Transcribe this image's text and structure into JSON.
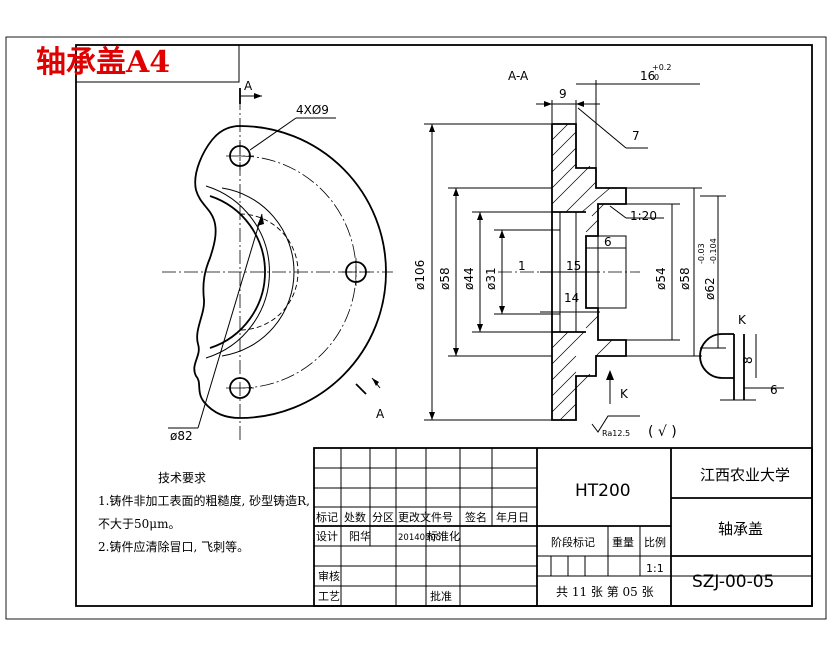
{
  "stamp": {
    "title": "轴承盖A4"
  },
  "front_view": {
    "section_marker_top": "A",
    "section_marker_bottom": "A",
    "hole_callout": "4XØ9",
    "diameter_callout": "ø82"
  },
  "section_view": {
    "title": "A-A",
    "dim_top_9": "9",
    "dim_top_16": "16",
    "tol_16": "+0.2",
    "tol_16_low": "0",
    "label_7": "7",
    "taper": "1:20",
    "dim_6": "6",
    "dim_15": "15",
    "dim_14": "14",
    "dim_1": "1",
    "dia_106": "ø106",
    "dia_58_left": "ø58",
    "dia_44": "ø44",
    "dia_31": "ø31",
    "dia_54": "ø54",
    "dia_58_right": "ø58",
    "dia_62": "ø62",
    "tol_62_upper": "-0.03",
    "tol_62_lower": "-0.104",
    "view_arrow_k": "K",
    "roughness": "Ra12.5",
    "roughness_other": "( √ )"
  },
  "detail_k": {
    "label": "K",
    "dim_8": "8",
    "dim_6": "6"
  },
  "tech_notes": {
    "heading": "技术要求",
    "line1": "1.铸件非加工表面的粗糙度, 砂型铸造R,",
    "line2": "不大于50μm。",
    "line3": "2.铸件应清除冒口, 飞刺等。"
  },
  "title_block": {
    "material": "HT200",
    "school": "江西农业大学",
    "part_name": "轴承盖",
    "drawing_no": "SZJ-00-05",
    "sheet_info": "共 11 张 第 05 张",
    "scale_value": "1:1",
    "headers": {
      "mark": "标记",
      "count": "处数",
      "zone": "分区",
      "change_doc": "更改文件号",
      "sign": "签名",
      "date": "年月日",
      "design": "设计",
      "designer": "阳华",
      "design_date": "20140505",
      "standard": "标准化",
      "stage": "阶段标记",
      "weight": "重量",
      "scale": "比例",
      "review": "审核",
      "process": "工艺",
      "approve": "批准"
    }
  }
}
